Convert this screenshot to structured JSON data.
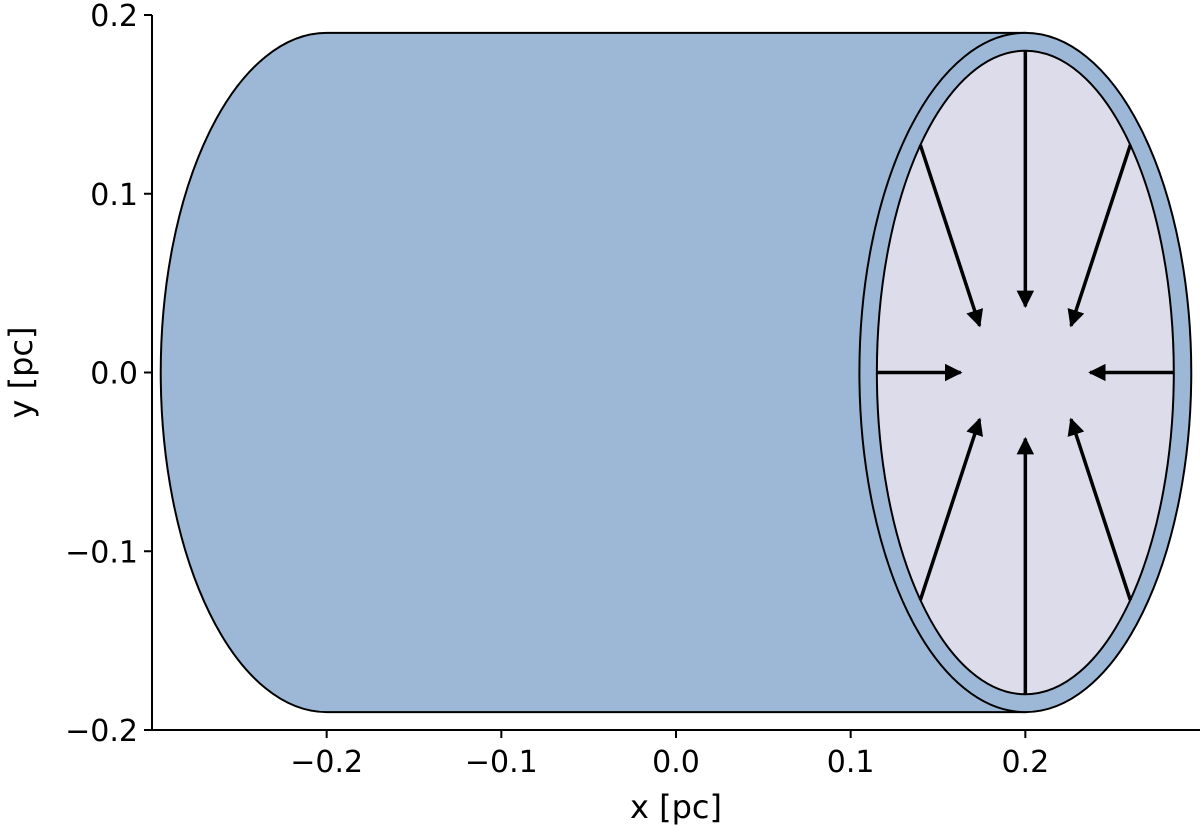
{
  "chart_data": {
    "type": "diagram",
    "xlabel": "x [pc]",
    "ylabel": "y [pc]",
    "xlim": [
      -0.3,
      0.3
    ],
    "ylim": [
      -0.2,
      0.2
    ],
    "xticks": [
      -0.2,
      -0.1,
      0.0,
      0.1,
      0.2
    ],
    "xtick_labels": [
      "−0.2",
      "−0.1",
      "0.0",
      "0.1",
      "0.2"
    ],
    "yticks": [
      -0.2,
      -0.1,
      0.0,
      0.1,
      0.2
    ],
    "ytick_labels": [
      "−0.2",
      "−0.1",
      "0.0",
      "0.1",
      "0.2"
    ],
    "spines": [
      "left",
      "bottom"
    ],
    "cylinder": {
      "x_start": -0.2,
      "x_end": 0.2,
      "radius": 0.19,
      "end_cap_x_semi_axis": 0.095,
      "inner_radius": 0.18,
      "inner_cap_x_semi_axis": 0.085,
      "arrow_count": 8,
      "arrow_tip_radius": 0.037
    },
    "colors": {
      "cylinder_fill": "#9db8d7",
      "inner_face_fill": "#dcdcea",
      "outline": "#000000",
      "background": "#ffffff"
    }
  }
}
